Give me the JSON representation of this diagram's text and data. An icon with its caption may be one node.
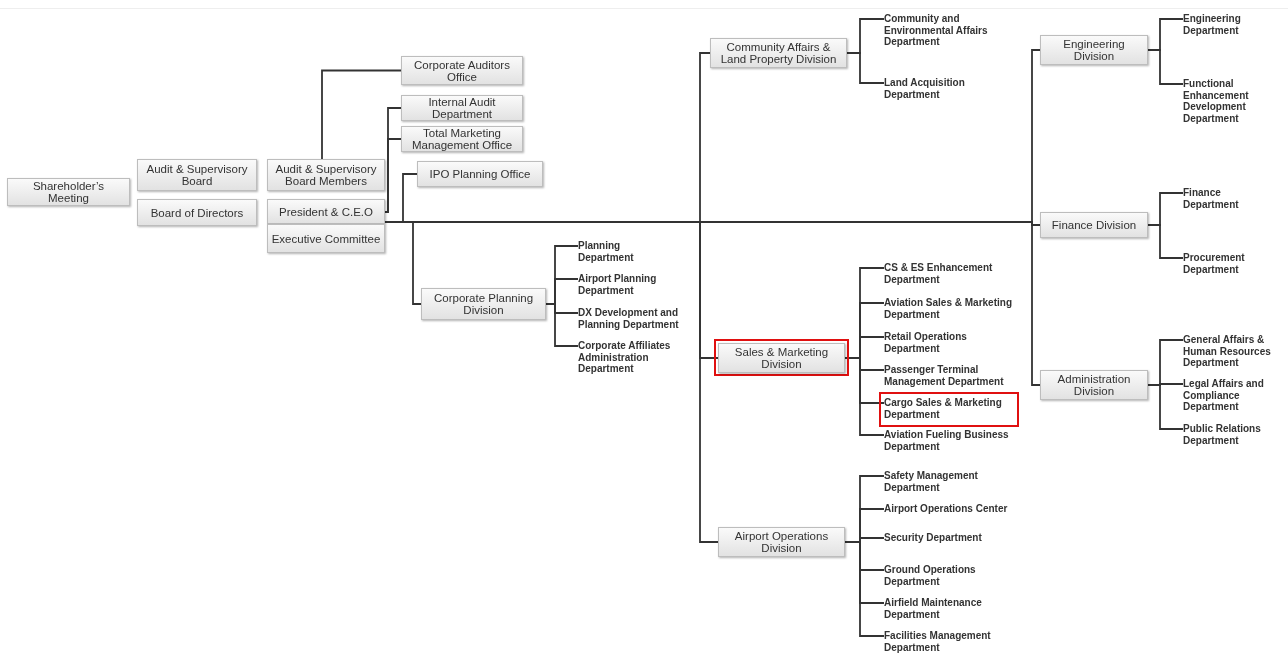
{
  "diagram": {
    "nodes": [
      {
        "text": [
          "Shareholder’s Meeting"
        ]
      },
      {
        "text": [
          "Audit & Supervisory Board"
        ]
      },
      {
        "text": [
          "Board of Directors"
        ]
      },
      {
        "text": [
          "Audit & Supervisory Board Members"
        ]
      },
      {
        "text": [
          "President & C.E.O"
        ]
      },
      {
        "text": [
          "Executive Committee"
        ]
      },
      {
        "text": [
          "Corporate Auditors Office"
        ]
      },
      {
        "text": [
          "Internal Audit Department"
        ]
      },
      {
        "text": [
          "Total Marketing Management Office"
        ]
      },
      {
        "text": [
          "IPO Planning Office"
        ]
      },
      {
        "text": [
          "Corporate Planning Division"
        ]
      },
      {
        "text": [
          "Planning Department"
        ]
      },
      {
        "text": [
          "Airport Planning Department"
        ]
      },
      {
        "text": [
          "DX Development and Planning Department"
        ]
      },
      {
        "text": [
          "Corporate Affiliates Administration Department"
        ]
      },
      {
        "text": [
          "Community Affairs & Land Property Division"
        ]
      },
      {
        "text": [
          "Community and Environmental Affairs Department"
        ]
      },
      {
        "text": [
          "Land Acquisition Department"
        ]
      },
      {
        "text": [
          "Sales & Marketing Division"
        ]
      },
      {
        "text": [
          "CS & ES Enhancement Department"
        ]
      },
      {
        "text": [
          "Aviation Sales & Marketing Department"
        ]
      },
      {
        "text": [
          "Retail Operations Department"
        ]
      },
      {
        "text": [
          "Passenger Terminal Management Department"
        ]
      },
      {
        "text": [
          "Cargo Sales & Marketing Department"
        ]
      },
      {
        "text": [
          "Aviation Fueling Business Department"
        ]
      },
      {
        "text": [
          "Airport Operations Division"
        ]
      },
      {
        "text": [
          "Safety Management Department"
        ]
      },
      {
        "text": [
          "Airport Operations Center"
        ]
      },
      {
        "text": [
          "Security Department"
        ]
      },
      {
        "text": [
          "Ground Operations Department"
        ]
      },
      {
        "text": [
          "Airfield Maintenance Department"
        ]
      },
      {
        "text": [
          "Facilities Management Department"
        ]
      },
      {
        "text": [
          "Engineering Division"
        ]
      },
      {
        "text": [
          "Engineering Department"
        ]
      },
      {
        "text": [
          "Functional Enhancement Development Department"
        ]
      },
      {
        "text": [
          "Finance Division"
        ]
      },
      {
        "text": [
          "Finance Department"
        ]
      },
      {
        "text": [
          "Procurement Department"
        ]
      },
      {
        "text": [
          "Administration Division"
        ]
      },
      {
        "text": [
          "General Affairs & Human Resources Department"
        ]
      },
      {
        "text": [
          "Legal Affairs and Compliance Department"
        ]
      },
      {
        "text": [
          "Public Relations Department"
        ]
      }
    ],
    "edges": [
      {
        "from": 3,
        "to": 6,
        "arrow": "none"
      },
      {
        "from": 4,
        "to": 7,
        "arrow": "none"
      },
      {
        "from": 4,
        "to": 8,
        "arrow": "none"
      },
      {
        "from": 4,
        "to": 9,
        "arrow": "none"
      },
      {
        "from": 4,
        "to": 10,
        "arrow": "none"
      },
      {
        "from": 4,
        "to": 15,
        "arrow": "none"
      },
      {
        "from": 4,
        "to": 18,
        "arrow": "none"
      },
      {
        "from": 4,
        "to": 25,
        "arrow": "none"
      },
      {
        "from": 4,
        "to": 32,
        "arrow": "none"
      },
      {
        "from": 4,
        "to": 35,
        "arrow": "none"
      },
      {
        "from": 4,
        "to": 38,
        "arrow": "none"
      },
      {
        "from": 10,
        "to": 11,
        "arrow": "none"
      },
      {
        "from": 10,
        "to": 12,
        "arrow": "none"
      },
      {
        "from": 10,
        "to": 13,
        "arrow": "none"
      },
      {
        "from": 10,
        "to": 14,
        "arrow": "none"
      },
      {
        "from": 15,
        "to": 16,
        "arrow": "none"
      },
      {
        "from": 15,
        "to": 17,
        "arrow": "none"
      },
      {
        "from": 18,
        "to": 19,
        "arrow": "none"
      },
      {
        "from": 18,
        "to": 20,
        "arrow": "none"
      },
      {
        "from": 18,
        "to": 21,
        "arrow": "none"
      },
      {
        "from": 18,
        "to": 22,
        "arrow": "none"
      },
      {
        "from": 18,
        "to": 23,
        "arrow": "none"
      },
      {
        "from": 18,
        "to": 24,
        "arrow": "none"
      },
      {
        "from": 25,
        "to": 26,
        "arrow": "none"
      },
      {
        "from": 25,
        "to": 27,
        "arrow": "none"
      },
      {
        "from": 25,
        "to": 28,
        "arrow": "none"
      },
      {
        "from": 25,
        "to": 29,
        "arrow": "none"
      },
      {
        "from": 25,
        "to": 30,
        "arrow": "none"
      },
      {
        "from": 25,
        "to": 31,
        "arrow": "none"
      },
      {
        "from": 32,
        "to": 33,
        "arrow": "none"
      },
      {
        "from": 32,
        "to": 34,
        "arrow": "none"
      },
      {
        "from": 35,
        "to": 36,
        "arrow": "none"
      },
      {
        "from": 35,
        "to": 37,
        "arrow": "none"
      },
      {
        "from": 38,
        "to": 39,
        "arrow": "none"
      },
      {
        "from": 38,
        "to": 40,
        "arrow": "none"
      },
      {
        "from": 38,
        "to": 41,
        "arrow": "none"
      }
    ]
  }
}
